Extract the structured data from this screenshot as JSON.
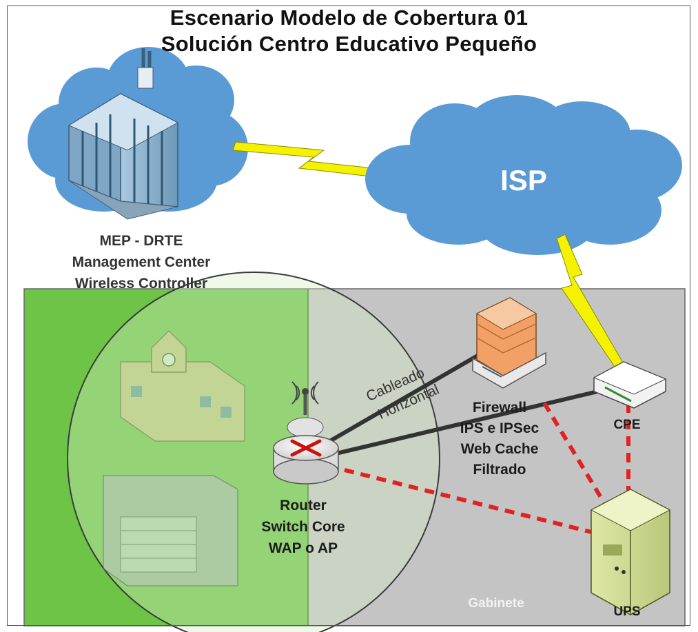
{
  "diagram": {
    "title_line1": "Escenario Modelo de Cobertura 01",
    "title_line2": "Solución Centro Educativo Pequeño",
    "nodes": {
      "mep": {
        "lines": [
          "MEP - DRTE",
          "Management Center",
          "Wireless Controller"
        ]
      },
      "isp": {
        "label": "ISP"
      },
      "firewall": {
        "lines": [
          "Firewall",
          "IPS e IPSec",
          "Web Cache",
          "Filtrado"
        ]
      },
      "cpe": {
        "label": "CPE"
      },
      "router": {
        "lines": [
          "Router",
          "Switch Core",
          "WAP o AP"
        ]
      },
      "ups": {
        "label": "UPS"
      }
    },
    "zones": {
      "cabinet": {
        "label": "Gabinete"
      }
    },
    "links": {
      "cabling": {
        "lines": [
          "Cableado",
          "Horizontal"
        ]
      }
    },
    "colors": {
      "green_zone": "#6dc446",
      "grey_zone": "#c4c4c4",
      "cloud": "#5b9bd5",
      "lightning": "#f4f200",
      "power_line": "#e22222",
      "cable": "#333333"
    }
  }
}
